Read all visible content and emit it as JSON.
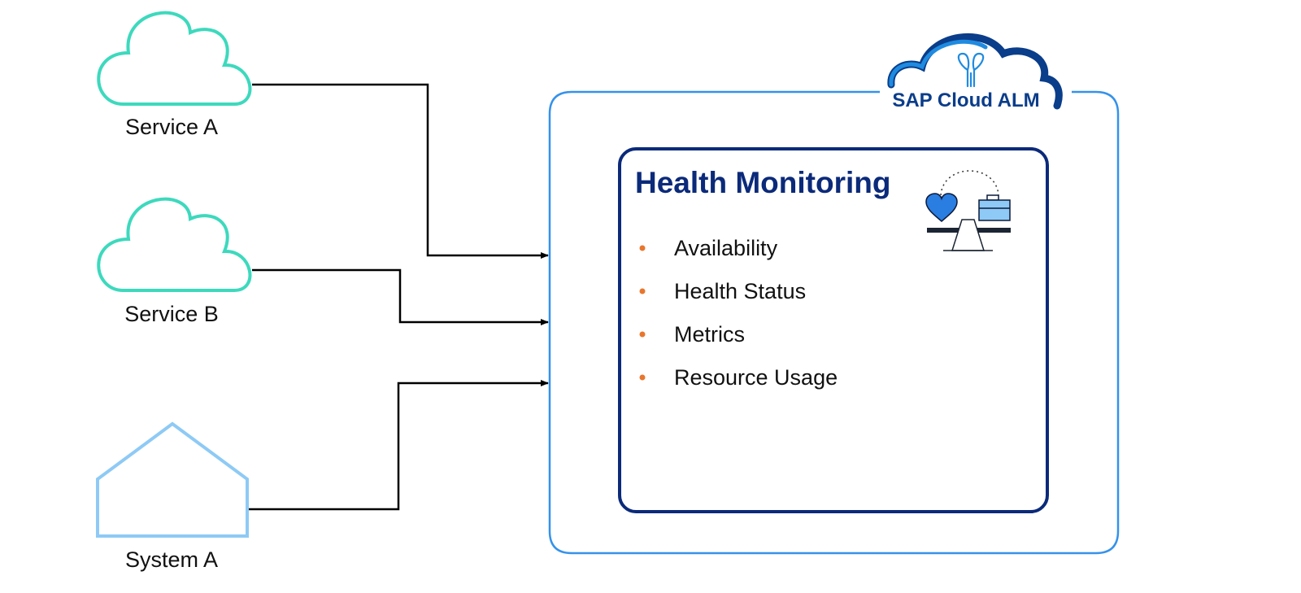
{
  "colors": {
    "cloud_outline": "#3dd9bd",
    "system_outline": "#8ecaf5",
    "connector": "#000000",
    "container_border": "#3592ea",
    "panel_border": "#0b2a7a",
    "title": "#0b2a7a",
    "bullet": "#e8762d",
    "brand_dark": "#0a3d8a",
    "brand_light": "#1f8be0"
  },
  "nodes": {
    "service_a": {
      "label": "Service A",
      "icon": "cloud-icon"
    },
    "service_b": {
      "label": "Service B",
      "icon": "cloud-icon"
    },
    "system_a": {
      "label": "System A",
      "icon": "house-icon"
    }
  },
  "container": {
    "brand_label": "SAP Cloud ALM",
    "brand_icon": "sap-cloud-alm-logo"
  },
  "panel": {
    "title": "Health Monitoring",
    "icon": "balance-scale-heart-briefcase-icon",
    "items": [
      "Availability",
      "Health Status",
      "Metrics",
      "Resource Usage"
    ]
  },
  "edges": [
    {
      "from": "Service A",
      "to": "SAP Cloud ALM"
    },
    {
      "from": "Service B",
      "to": "SAP Cloud ALM"
    },
    {
      "from": "System A",
      "to": "SAP Cloud ALM"
    }
  ]
}
